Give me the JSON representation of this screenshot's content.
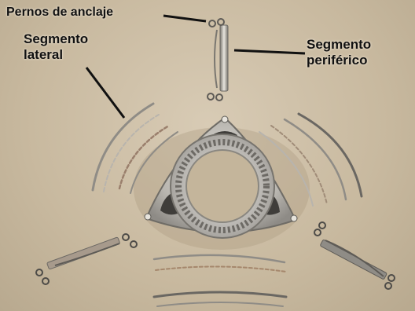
{
  "labels": {
    "pernos": "Pernos de anclaje",
    "lateral": "Segmento\nlateral",
    "periferico": "Segmento\nperiférico"
  },
  "colors": {
    "background": "#cdbfa8",
    "metal": "#8f8c86",
    "metal_light": "#d9d6cf",
    "label_text": "#111111"
  }
}
